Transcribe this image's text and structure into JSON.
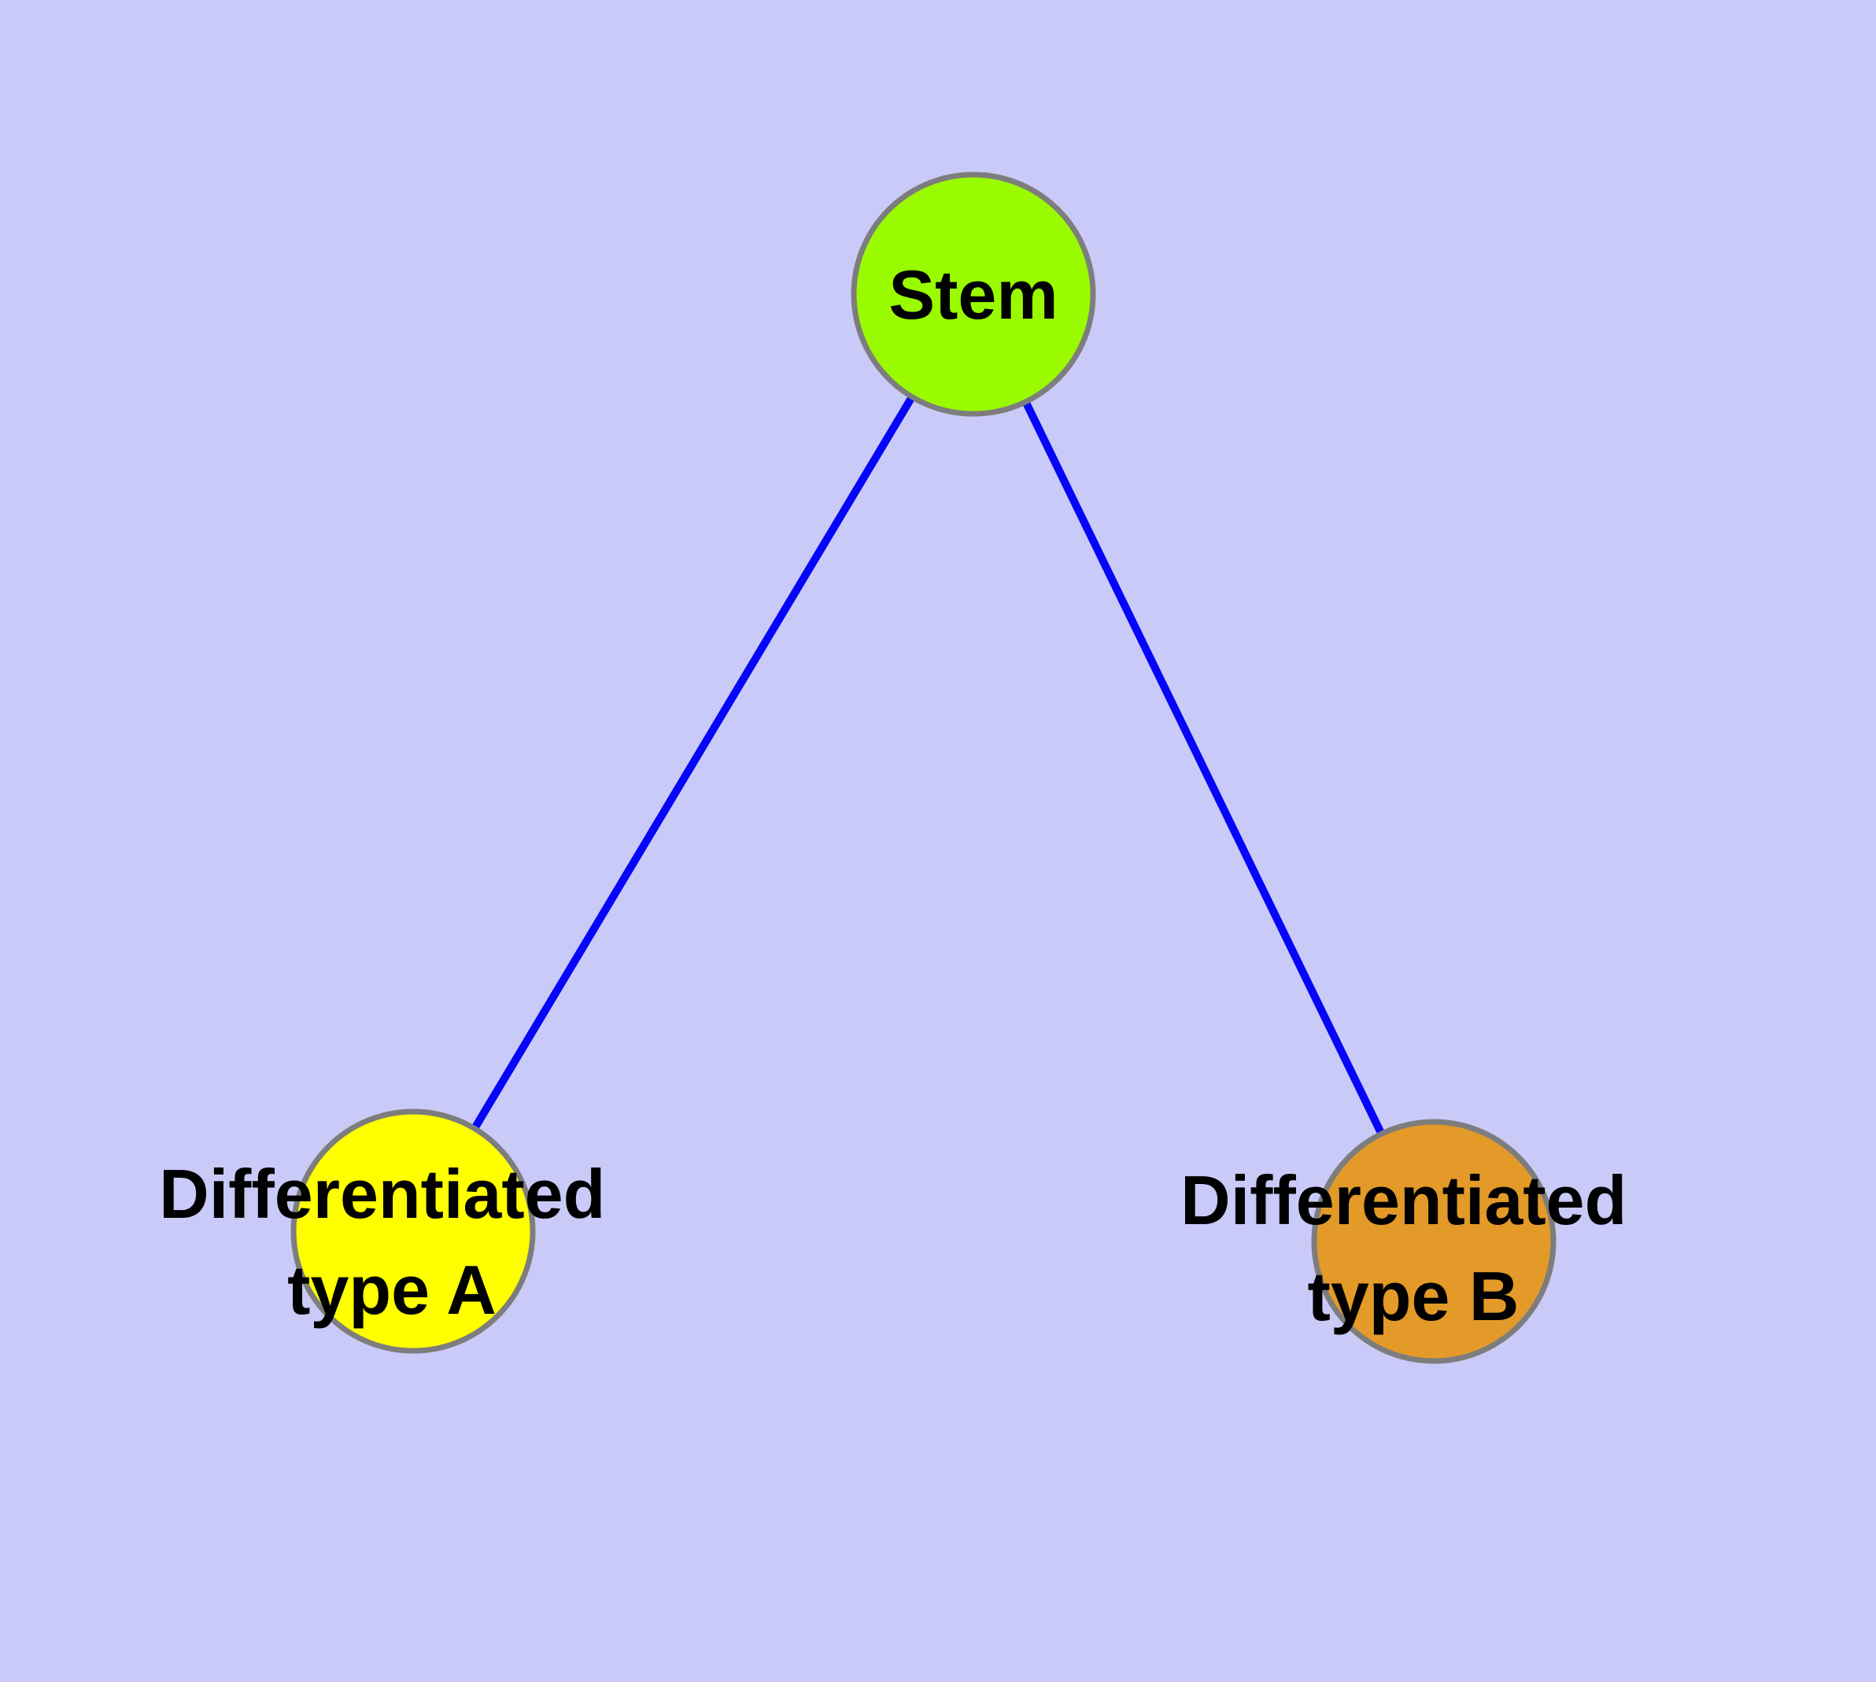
{
  "diagram": {
    "type": "graph",
    "background_color": "#cacaf8",
    "edge_color": "#0505fa",
    "node_border_color": "#7d7d7d",
    "label_color": "#000000",
    "nodes": [
      {
        "id": "stem",
        "label": "Stem",
        "lines": [
          "Stem"
        ],
        "fill": "#9afb00"
      },
      {
        "id": "differentiated-type-a",
        "label": "Differentiated type A",
        "lines": [
          "Differentiated",
          "type A"
        ],
        "fill": "#ffff00"
      },
      {
        "id": "differentiated-type-b",
        "label": "Differentiated type B",
        "lines": [
          "Differentiated",
          "type B"
        ],
        "fill": "#e39a28"
      }
    ],
    "edges": [
      {
        "from": "Stem",
        "to": "Differentiated type A"
      },
      {
        "from": "Stem",
        "to": "Differentiated type B"
      }
    ]
  }
}
